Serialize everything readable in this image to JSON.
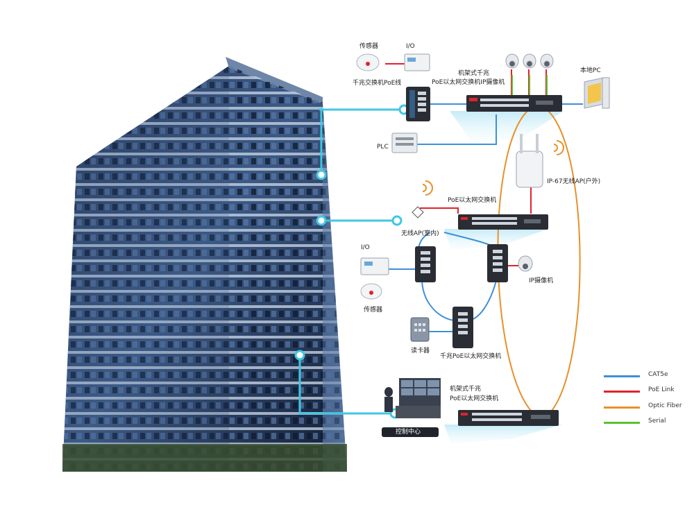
{
  "labels": {
    "sensor_top": "传感器",
    "io_top": "I/O",
    "gigabit_poe_line": "千兆交换机PoE线",
    "rack_top_l1": "机架式千兆",
    "rack_top_l2": "PoE以太网交换机IP摄像机",
    "local_pc": "本地PC",
    "plc": "PLC",
    "ap_outdoor": "IP-67无线AP(户外)",
    "poe_switch_mid": "PoE以太网交换机",
    "ap_indoor": "无线AP(室内)",
    "io_mid": "I/O",
    "ip_camera": "IP摄像机",
    "sensor_mid": "传感器",
    "card_reader": "读卡器",
    "gigabit_poe_switch": "千兆PoE以太网交换机",
    "rack_bottom_l1": "机架式千兆",
    "rack_bottom_l2": "PoE以太网交换机",
    "control_center": "控制中心"
  },
  "legend": [
    {
      "label": "CAT5e",
      "color": "#3d8fd8"
    },
    {
      "label": "PoE Link",
      "color": "#e0222a"
    },
    {
      "label": "Optic Fiber",
      "color": "#e8902a"
    },
    {
      "label": "Serial",
      "color": "#5cc030"
    }
  ],
  "colors": {
    "cyan_link": "#3fc7e2",
    "building_dark": "#1c2b45",
    "building_light": "#7d95b6",
    "switch_body": "#2a2d33"
  },
  "icons": [
    "building",
    "rack-switch",
    "din-switch",
    "ip-camera",
    "dome-camera",
    "smoke-sensor",
    "io-module",
    "plc",
    "wireless-ap",
    "wifi-signal",
    "local-pc",
    "card-reader",
    "control-center"
  ]
}
